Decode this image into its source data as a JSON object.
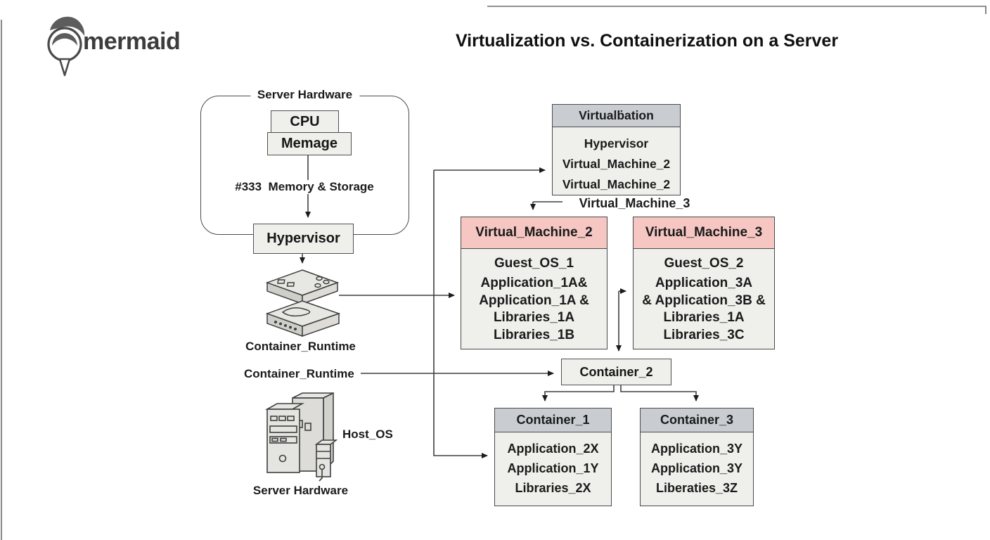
{
  "page": {
    "brand": "mermaid",
    "title": "Virtualization vs. Containerization on a Server"
  },
  "colors": {
    "vm_header": "#f5c6c2",
    "header_gray": "#c9cdd2",
    "box_fill": "#efefec",
    "line": "#3f3f3f"
  },
  "labels": {
    "server_hardware_group": "Server Hardware",
    "cpu": "CPU",
    "memage": "Memage",
    "memory_edge": "#333  Memory & Storage",
    "hypervisor": "Hypervisor",
    "container_runtime_icon": "Container_Runtime",
    "container_runtime_edge": "Container_Runtime",
    "host_os": "Host_OS",
    "server_hardware_icon": "Server Hardware",
    "vm3_edge": "Virtual_Machine_3"
  },
  "tables": {
    "virtualization": {
      "title": "Virtualḃation",
      "rows": [
        "Hypervisor",
        "Virtual_Machine_2",
        "Virtual_Machine_2"
      ]
    },
    "vm2": {
      "title": "Virtual_Machine_2",
      "rows": [
        "Guest_OS_1",
        "Application_1A&",
        "Application_1A &",
        "Libraries_1A",
        "Libraries_1B"
      ]
    },
    "vm3": {
      "title": "Virtual_Machine_3",
      "rows": [
        "Guest_OS_2",
        "Application_3A",
        "& Application_3B &",
        "Libraries_1A",
        "Libraries_3C"
      ]
    },
    "container2": {
      "title": "Container_2"
    },
    "container1": {
      "title": "Container_1",
      "rows": [
        "Application_2X",
        "Application_1Y",
        "Libraries_2X"
      ]
    },
    "container3": {
      "title": "Container_3",
      "rows": [
        "Application_3Y",
        "Application_3Y",
        "Liberaties_3Z"
      ]
    }
  }
}
